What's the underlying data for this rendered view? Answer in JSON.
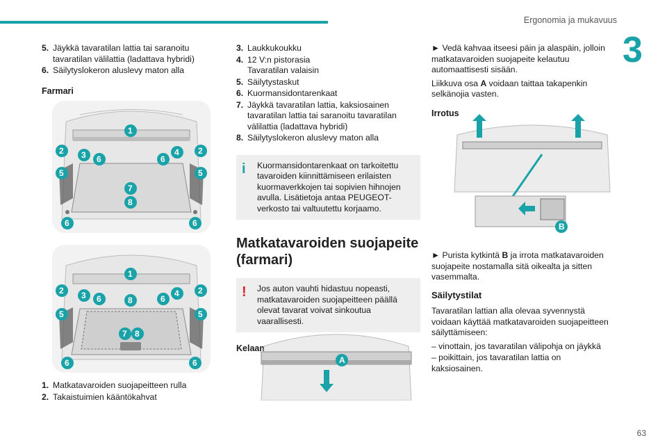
{
  "header": {
    "title": "Ergonomia ja mukavuus",
    "chapter": "3",
    "page": "63"
  },
  "col1": {
    "items_top": [
      {
        "n": "5.",
        "t": "Jäykkä tavaratilan lattia tai saranoitu tavaratilan välilattia (ladattava hybridi)"
      },
      {
        "n": "6.",
        "t": "Säilytyslokeron aluslevy maton alla"
      }
    ],
    "subhead": "Farmari",
    "items_bottom": [
      {
        "n": "1.",
        "t": "Matkatavaroiden suojapeitteen rulla"
      },
      {
        "n": "2.",
        "t": "Takaistuimien kääntökahvat"
      }
    ]
  },
  "col2": {
    "items": [
      {
        "n": "3.",
        "t": "Laukkukoukku"
      },
      {
        "n": "4.",
        "t": "12 V:n pistorasia\nTavaratilan valaisin"
      },
      {
        "n": "5.",
        "t": "Säilytystaskut"
      },
      {
        "n": "6.",
        "t": "Kuormansidontarenkaat"
      },
      {
        "n": "7.",
        "t": "Jäykkä tavaratilan lattia, kaksiosainen tavaratilan lattia tai saranoitu tavaratilan välilattia (ladattava hybridi)"
      },
      {
        "n": "8.",
        "t": "Säilytyslokeron aluslevy maton alla"
      }
    ],
    "note_info": "Kuormansidontarenkaat on tarkoitettu tavaroiden kiinnittämiseen erilaisten kuormaverkkojen tai sopivien hihnojen avulla. Lisätietoja antaa PEUGEOT-verkosto tai valtuutettu korjaamo.",
    "heading": "Matkatavaroiden suojapeite (farmari)",
    "note_warn": "Jos auton vauhti hidastuu nopeasti, matkatavaroiden suojapeitteen päällä olevat tavarat voivat sinkoutua vaarallisesti.",
    "subhead": "Kelaaminen"
  },
  "col3": {
    "para1": "► Vedä kahvaa itseesi päin ja alaspäin, jolloin matkatavaroiden suojapeite kelautuu automaattisesti sisään.",
    "para2_pre": "Liikkuva osa ",
    "para2_bold": "A",
    "para2_post": " voidaan taittaa takapenkin selkänojia vasten.",
    "subhead": "Irrotus",
    "para3_pre": "► Purista kytkintä ",
    "para3_bold": "B",
    "para3_post": " ja irrota matkatavaroiden suojapeite nostamalla sitä oikealta ja sitten vasemmalta.",
    "h3": "Säilytystilat",
    "para4": "Tavaratilan lattian alla olevaa syvennystä voidaan käyttää matkatavaroiden suojapeitteen säilyttämiseen:",
    "dash1": "–  vinottain, jos tavaratilan välipohja on jäykkä",
    "dash2": "–  poikittain, jos tavaratilan lattia on kaksiosainen."
  },
  "figures": {
    "fig1_labels": [
      "1",
      "2",
      "3",
      "6",
      "6",
      "4",
      "2",
      "5",
      "5",
      "7",
      "8",
      "6",
      "6"
    ],
    "fig2_labels": [
      "1",
      "2",
      "3",
      "6",
      "8",
      "6",
      "4",
      "2",
      "5",
      "5",
      "7",
      "8",
      "6",
      "6"
    ],
    "label_A": "A",
    "label_B": "B",
    "badge_color": "#19a3a8",
    "arrow_color": "#19a3a8"
  }
}
